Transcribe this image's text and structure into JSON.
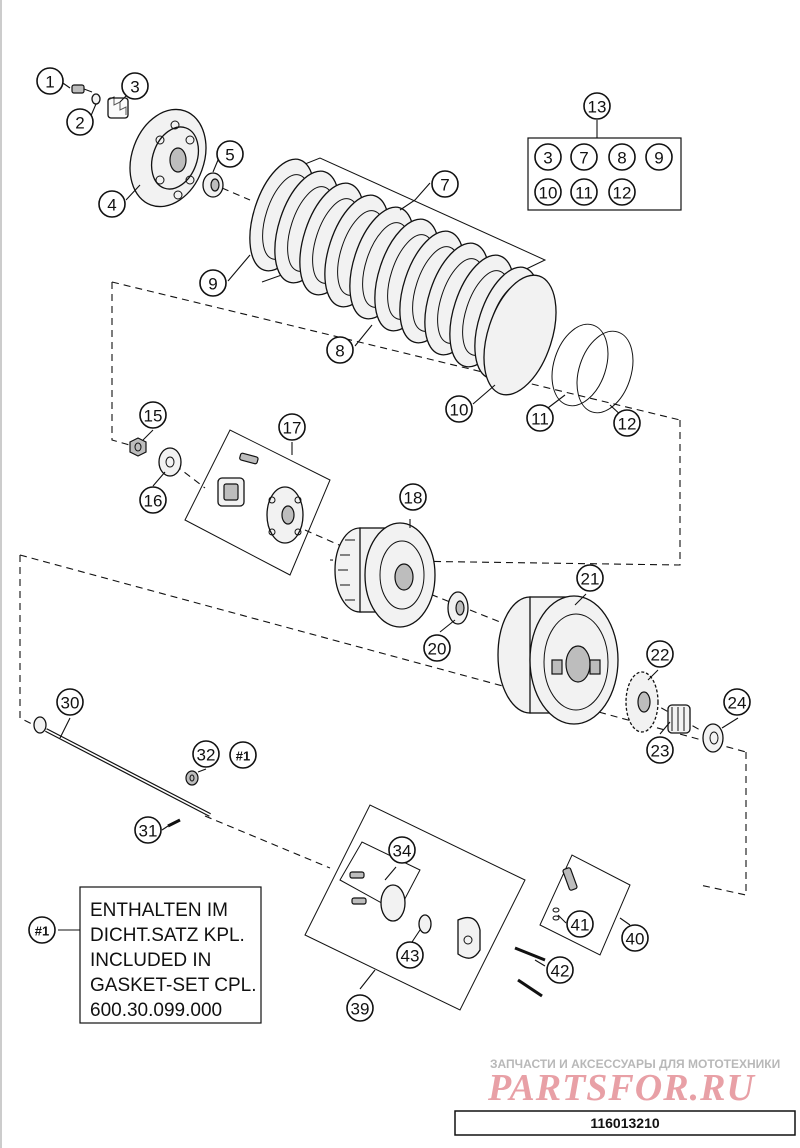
{
  "callouts": [
    "1",
    "2",
    "3",
    "4",
    "5",
    "7",
    "8",
    "9",
    "10",
    "11",
    "12",
    "13",
    "15",
    "16",
    "17",
    "18",
    "20",
    "21",
    "22",
    "23",
    "24",
    "30",
    "31",
    "32",
    "34",
    "39",
    "40",
    "41",
    "42",
    "43"
  ],
  "kit_13": {
    "number": "13",
    "members": [
      "3",
      "7",
      "8",
      "9",
      "10",
      "11",
      "12"
    ]
  },
  "gasket_ref": {
    "marker": "#1",
    "callout": "32"
  },
  "note": {
    "marker": "#1",
    "lines": [
      "ENTHALTEN IM",
      "DICHT.SATZ KPL.",
      "INCLUDED IN",
      "GASKET-SET CPL.",
      "600.30.099.000"
    ]
  },
  "watermark": {
    "subtitle": "ЗАПЧАСТИ И АКСЕССУАРЫ ДЛЯ МОТОТЕХНИКИ",
    "logo": "PARTSFOR.RU"
  },
  "document_number": "116013210"
}
